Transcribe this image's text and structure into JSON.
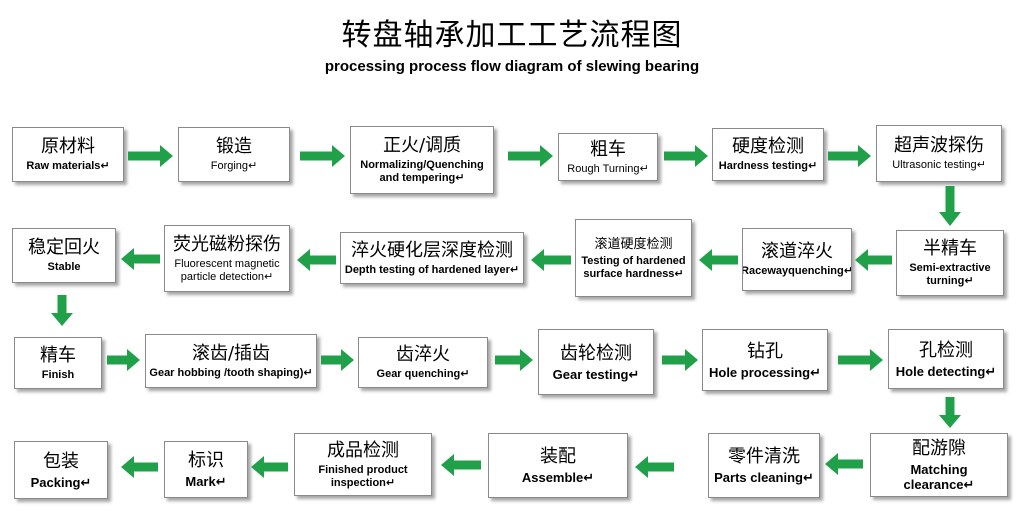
{
  "title_cn": "转盘轴承加工工艺流程图",
  "title_en": "processing process flow diagram of slewing bearing",
  "arrow_color": "#21a04a",
  "steps": [
    {
      "cn": "原材料",
      "en": "Raw materials↵"
    },
    {
      "cn": "锻造",
      "en": "Forging↵"
    },
    {
      "cn": "正火/调质",
      "en": "Normalizing/Quenching and tempering↵"
    },
    {
      "cn": "粗车",
      "en": "Rough Turning↵"
    },
    {
      "cn": "硬度检测",
      "en": "Hardness testing↵"
    },
    {
      "cn": "超声波探伤",
      "en": "Ultrasonic testing↵"
    },
    {
      "cn": "半精车",
      "en": "Semi-extractive turning↵"
    },
    {
      "cn": "滚道淬火",
      "en": "Racewayquenching↵"
    },
    {
      "cn": "滚道硬度检测",
      "en": "Testing of hardened surface hardness↵"
    },
    {
      "cn": "淬火硬化层深度检测",
      "en": "Depth testing of hardened layer↵"
    },
    {
      "cn": "荧光磁粉探伤",
      "en": "Fluorescent magnetic particle detection↵"
    },
    {
      "cn": "稳定回火",
      "en": "Stable"
    },
    {
      "cn": "精车",
      "en": "Finish"
    },
    {
      "cn": "滚齿/插齿",
      "en": "Gear hobbing /tooth shaping)↵"
    },
    {
      "cn": "齿淬火",
      "en": "Gear quenching↵"
    },
    {
      "cn": "齿轮检测",
      "en": "Gear testing↵"
    },
    {
      "cn": "钻孔",
      "en": "Hole processing↵"
    },
    {
      "cn": "孔检测",
      "en": "Hole detecting↵"
    },
    {
      "cn": "配游隙",
      "en": "Matching clearance↵"
    },
    {
      "cn": "零件清洗",
      "en": "Parts cleaning↵"
    },
    {
      "cn": "装配",
      "en": "Assemble↵"
    },
    {
      "cn": "成品检测",
      "en": "Finished product inspection↵"
    },
    {
      "cn": "标识",
      "en": "Mark↵"
    },
    {
      "cn": "包装",
      "en": "Packing↵"
    }
  ]
}
